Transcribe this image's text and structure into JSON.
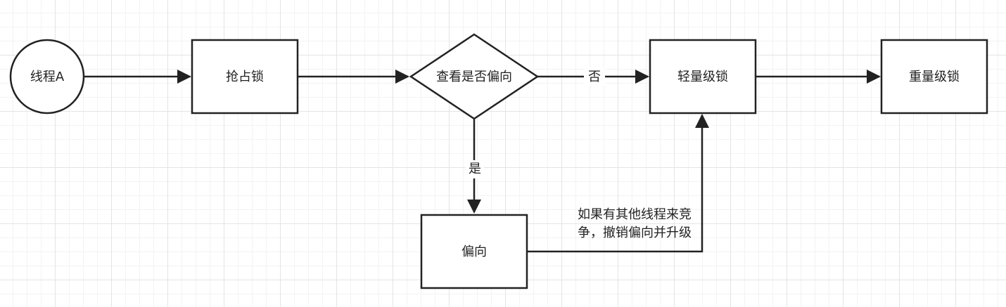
{
  "nodes": {
    "start": "线程A",
    "grab_lock": "抢占锁",
    "check_biased": "查看是否偏向",
    "lightweight": "轻量级锁",
    "heavyweight": "重量级锁",
    "biased": "偏向"
  },
  "edge_labels": {
    "no": "否",
    "yes": "是",
    "contention_line1": "如果有其他线程来竞",
    "contention_line2": "争，撤销偏向并升级"
  },
  "colors": {
    "stroke": "#222222",
    "fill": "#ffffff",
    "grid": "#e4e4e4"
  }
}
